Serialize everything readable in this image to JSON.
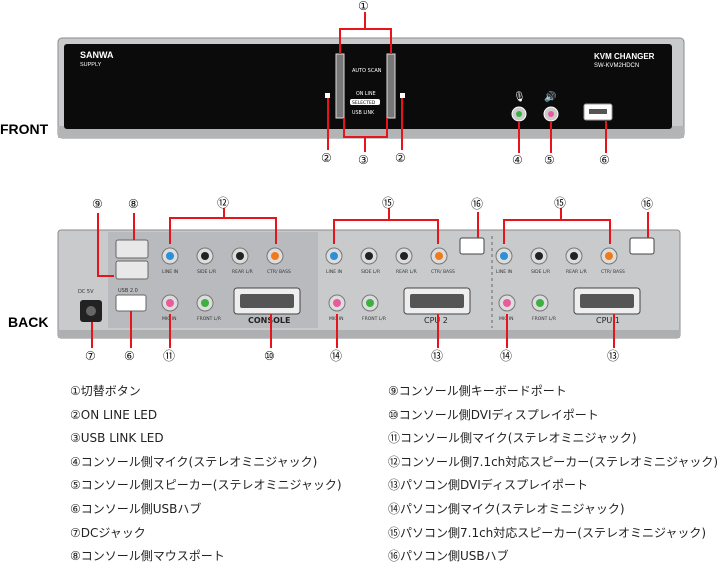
{
  "side_labels": {
    "front": "FRONT",
    "back": "BACK"
  },
  "front_panel": {
    "brand_line1": "SANWA",
    "brand_line2": "SUPPLY",
    "product_name": "KVM CHANGER",
    "model": "SW-KVM2HDCN",
    "auto_scan": "AUTO SCAN",
    "on_line": "ON LINE",
    "selected": "SELECTED",
    "usb_link": "USB LINK",
    "markers": [
      "①",
      "②",
      "③",
      "②",
      "④",
      "⑤",
      "⑥"
    ]
  },
  "back_panel": {
    "usb_label": "USB 2.0",
    "dc_label": "DC 5V",
    "console_label": "CONSOLE",
    "cpu2_label": "CPU 2",
    "cpu1_label": "CPU 1",
    "jack_labels": [
      "LINE IN",
      "SIDE L/R",
      "REAR L/R",
      "CTR/ BASS"
    ],
    "mic_in": "MIC IN",
    "front_lr": "FRONT L/R",
    "top_markers": [
      "⑨",
      "⑧",
      "⑫",
      "⑮",
      "⑯",
      "⑮",
      "⑯"
    ],
    "bottom_markers": [
      "⑦",
      "⑥",
      "⑪",
      "⑩",
      "⑭",
      "⑬",
      "⑭",
      "⑬"
    ]
  },
  "legend_left": [
    "①切替ボタン",
    "②ON LINE LED",
    "③USB LINK LED",
    "④コンソール側マイク(ステレオミニジャック)",
    "⑤コンソール側スピーカー(ステレオミニジャック)",
    "⑥コンソール側USBハブ",
    "⑦DCジャック",
    "⑧コンソール側マウスポート"
  ],
  "legend_right": [
    "⑨コンソール側キーボードポート",
    "⑩コンソール側DVIディスプレイポート",
    "⑪コンソール側マイク(ステレオミニジャック)",
    "⑫コンソール側7.1ch対応スピーカー(ステレオミニジャック)",
    "⑬パソコン側DVIディスプレイポート",
    "⑭パソコン側マイク(ステレオミニジャック)",
    "⑮パソコン側7.1ch対応スピーカー(ステレオミニジャック)",
    "⑯パソコン側USBハブ"
  ],
  "colors": {
    "panel": "#0b0b0b",
    "chassis": "#c9cacc",
    "callout": "#e8141c",
    "line_in": "#2d8fd8",
    "mic": "#e85c9c",
    "front_lr": "#3cb043",
    "ctr": "#f07b1a"
  }
}
